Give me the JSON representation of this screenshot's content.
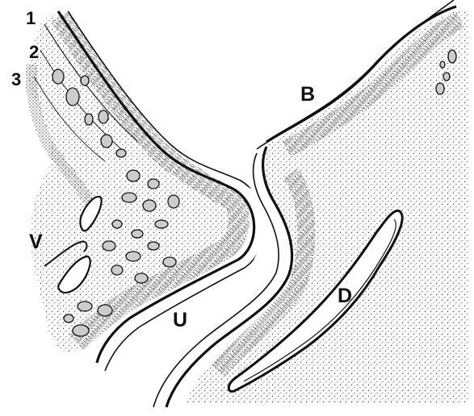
{
  "labels": {
    "layer_1": "1",
    "layer_2": "2",
    "layer_3": "3",
    "region_b": "B",
    "region_v": "V",
    "region_u": "U",
    "region_d": "D"
  },
  "colors": {
    "ink": "#111111",
    "paper": "#ffffff",
    "stipple": "#555555"
  }
}
